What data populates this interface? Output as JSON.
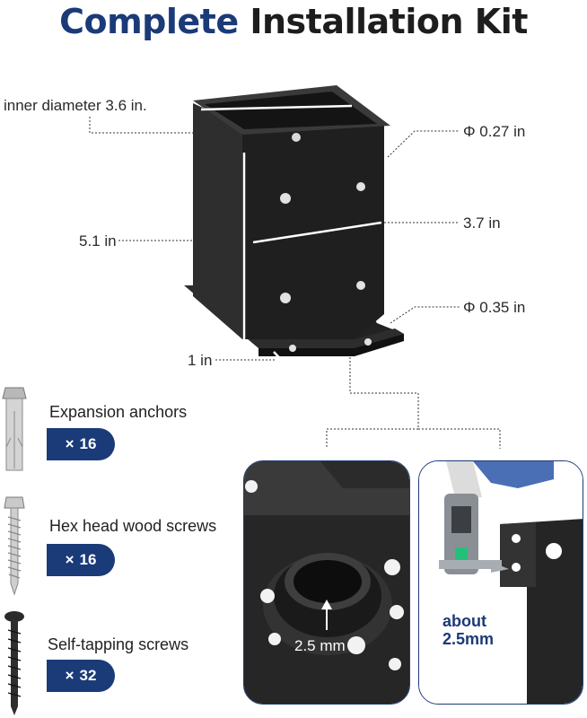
{
  "title": {
    "highlight": "Complete",
    "rest": "Installation Kit"
  },
  "dimensions": {
    "inner_diameter": "inner diameter 3.6 in.",
    "hole_small": "Φ 0.27 in",
    "width": "3.7 in",
    "height": "5.1 in",
    "hole_large": "Φ 0.35 in",
    "base_height": "1 in"
  },
  "kit_items": [
    {
      "label": "Expansion anchors",
      "qty_symbol": "×",
      "qty": "16",
      "icon": "expansion-anchor-icon"
    },
    {
      "label": "Hex head wood screws",
      "qty_symbol": "×",
      "qty": "16",
      "icon": "hex-wood-screw-icon"
    },
    {
      "label": "Self-tapping screws",
      "qty_symbol": "×",
      "qty": "32",
      "icon": "self-tapping-screw-icon"
    }
  ],
  "details": {
    "closeup_caption": "2.5 mm",
    "caliper_caption": "about 2.5mm"
  },
  "colors": {
    "accent": "#1b3a78",
    "metal": "#1e1e1e"
  }
}
